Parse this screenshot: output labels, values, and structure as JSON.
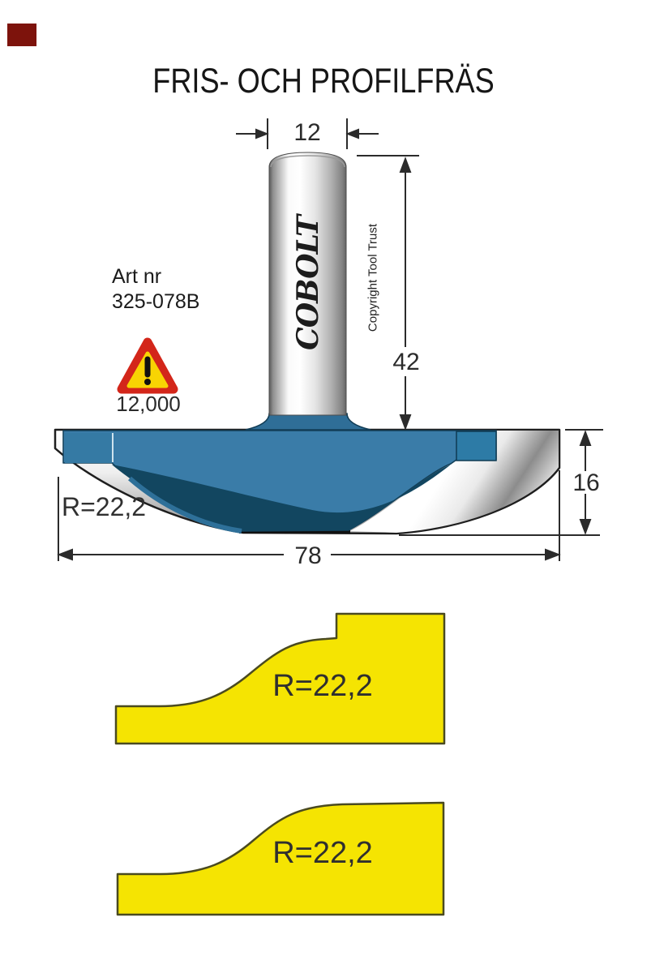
{
  "header": {
    "title": "FRIS- OCH PROFILFRÄS"
  },
  "product": {
    "art_label": "Art nr",
    "art_number": "325-078B",
    "brand": "COBOLT",
    "copyright": "Copyright Tool Trust",
    "max_rpm": "12,000"
  },
  "dimensions": {
    "shank_diameter": "12",
    "shank_length": "42",
    "cutter_height": "16",
    "cutter_diameter": "78"
  },
  "cutter": {
    "radius_label": "R=22,2"
  },
  "profiles": [
    {
      "radius_label": "R=22,2"
    },
    {
      "radius_label": "R=22,2"
    }
  ],
  "icons": {
    "warning": "warning-triangle-icon"
  },
  "colors": {
    "cutter_blue": "#3a7ca8",
    "cutter_blue_dark": "#124660",
    "flare_blue": "#2f6e97",
    "profile_yellow": "#f5e402",
    "warning_red": "#d3261a",
    "warning_yellow": "#f8d403",
    "corner_mark": "#7d130c",
    "line": "#2b2b2b"
  }
}
